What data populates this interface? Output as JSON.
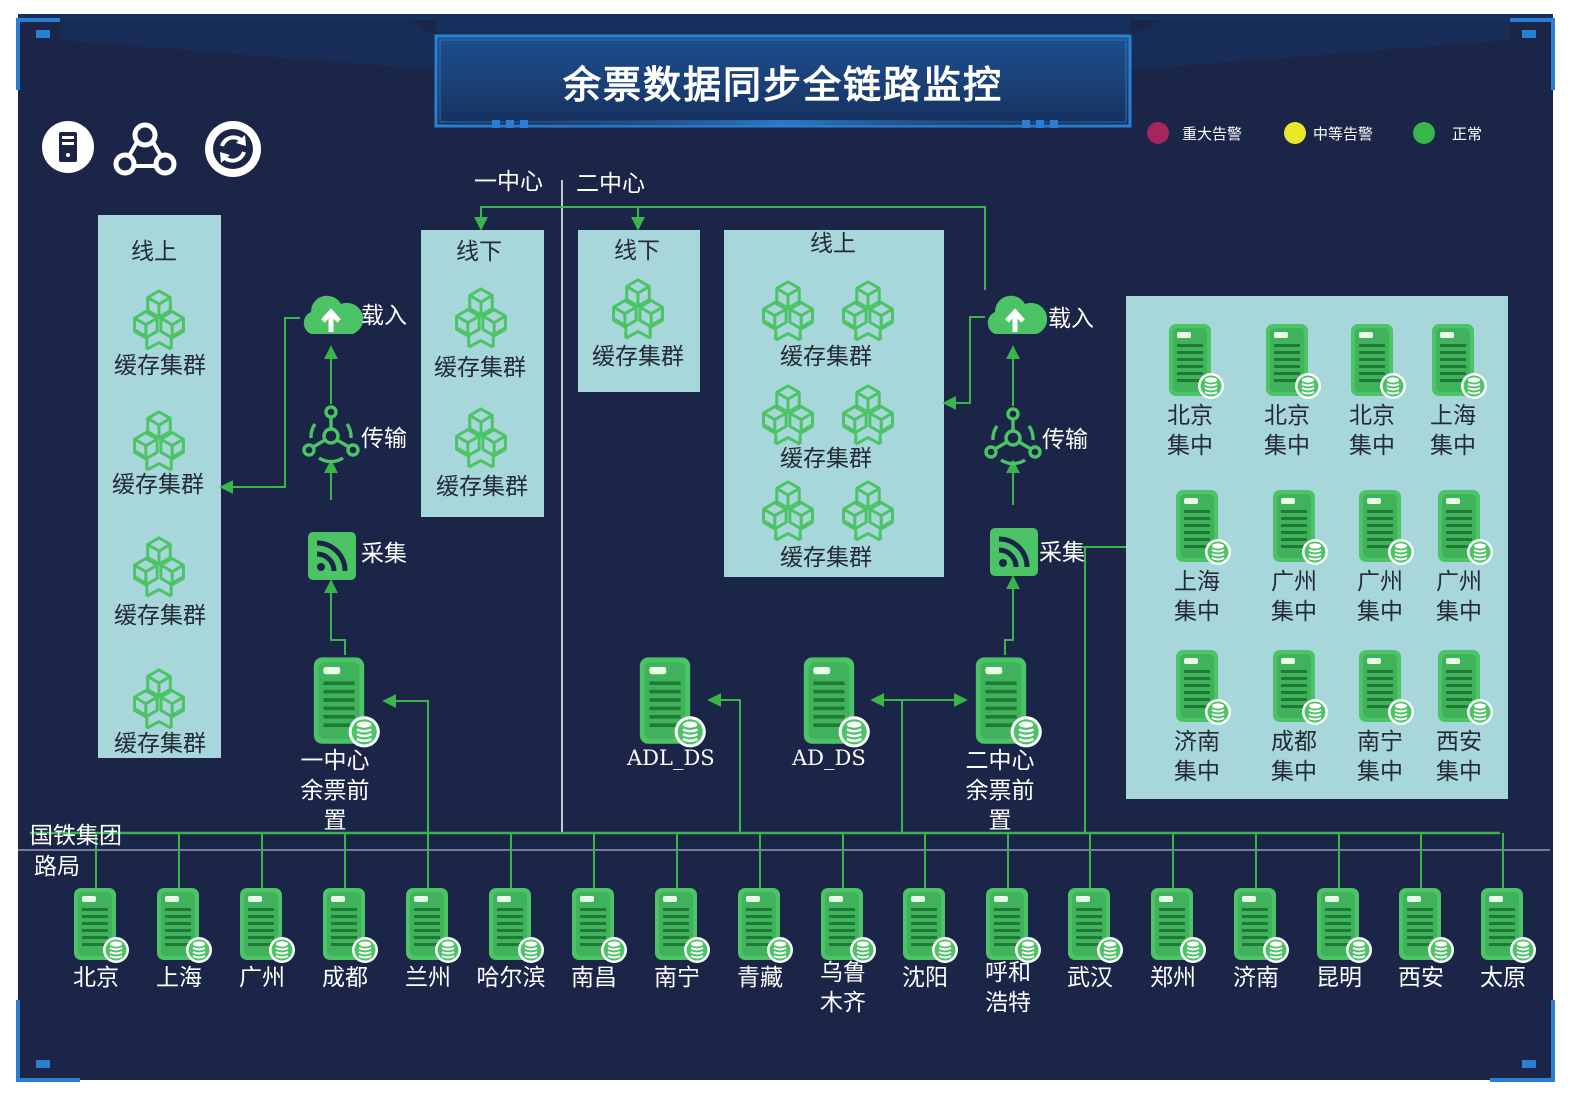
{
  "title": "余票数据同步全链路监控",
  "legend": [
    {
      "label": "重大告警",
      "color": "#a5255e"
    },
    {
      "label": "中等告警",
      "color": "#e8e82a"
    },
    {
      "label": "正常",
      "color": "#3ab54a"
    }
  ],
  "toolbar": {
    "icons": [
      "server-icon",
      "network-icon",
      "refresh-icon"
    ]
  },
  "centers": {
    "left": "一中心",
    "right": "二中心"
  },
  "center1": {
    "online": {
      "title": "线上",
      "clusters": [
        "缓存集群",
        "缓存集群",
        "缓存集群",
        "缓存集群"
      ]
    },
    "offline": {
      "title": "线下",
      "clusters": [
        "缓存集群",
        "缓存集群"
      ]
    },
    "steps": {
      "load": "载入",
      "transfer": "传输",
      "collect": "采集"
    },
    "frontend": "一中心\n余票前置"
  },
  "center2": {
    "offline": {
      "title": "线下",
      "clusters": [
        "缓存集群"
      ]
    },
    "online": {
      "title": "线上",
      "clusters": [
        "缓存集群",
        "缓存集群",
        "缓存集群"
      ]
    },
    "steps": {
      "load": "载入",
      "transfer": "传输",
      "collect": "采集"
    },
    "frontend": "二中心\n余票前置",
    "ds": [
      "ADL_DS",
      "AD_DS"
    ]
  },
  "central_servers": [
    "北京\n集中",
    "北京\n集中",
    "北京\n集中",
    "上海\n集中",
    "上海\n集中",
    "广州\n集中",
    "广州\n集中",
    "广州\n集中",
    "济南\n集中",
    "成都\n集中",
    "南宁\n集中",
    "西安\n集中"
  ],
  "bus_label": "国铁集团",
  "bureau_label": "路局",
  "bureaus": [
    "北京",
    "上海",
    "广州",
    "成都",
    "兰州",
    "哈尔滨",
    "南昌",
    "南宁",
    "青藏",
    "乌鲁\n木齐",
    "沈阳",
    "呼和\n浩特",
    "武汉",
    "郑州",
    "济南",
    "昆明",
    "西安",
    "太原"
  ],
  "colors": {
    "background": "#1b2547",
    "panel": "#a7d7db",
    "line": "#3ab54a",
    "icon": "#4cc466"
  }
}
